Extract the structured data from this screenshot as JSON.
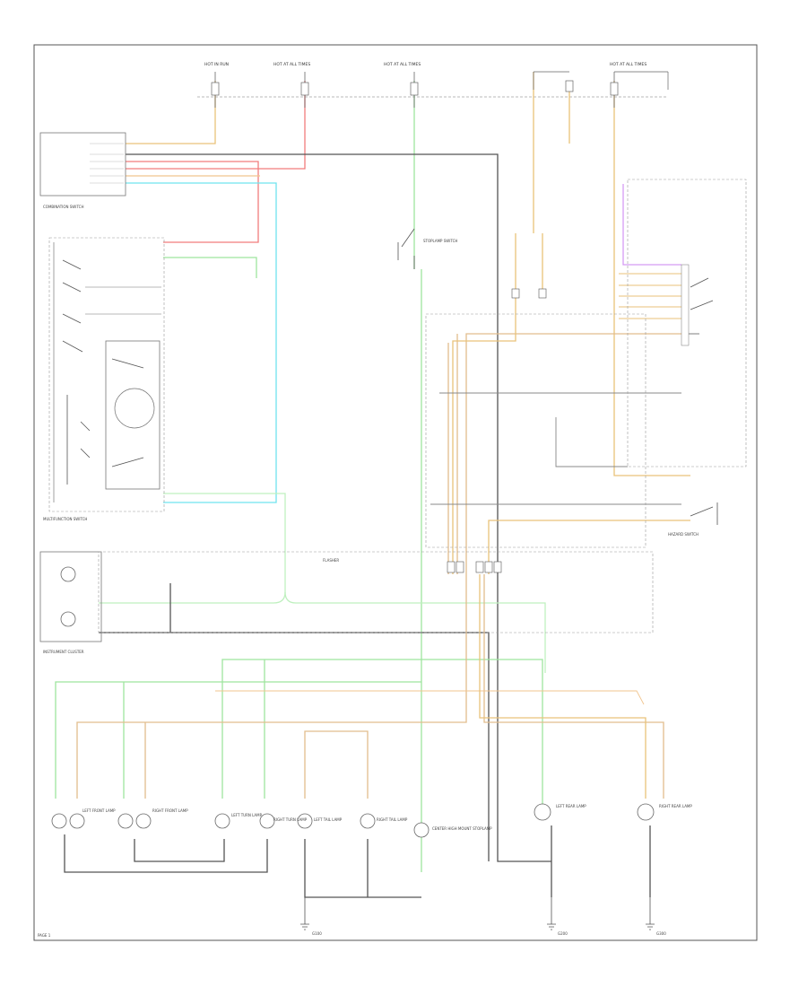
{
  "colors": {
    "wire_yellow": "#e9c27a",
    "wire_green": "#9ee59e",
    "wire_light_green": "#bff0bf",
    "wire_red": "#f27c7c",
    "wire_cyan": "#6fe3ef",
    "wire_black": "#555555",
    "wire_tan": "#e2bd8d",
    "wire_orange": "#f1c58f",
    "wire_violet": "#d59cf3",
    "frame": "#555555"
  },
  "labels": {
    "fuse_1": "HOT IN RUN",
    "fuse_2": "HOT AT ALL TIMES",
    "fuse_3": "HOT AT ALL TIMES",
    "fuse_4": "HOT AT ALL TIMES",
    "combination_switch": "COMBINATION SWITCH",
    "multifunction_switch": "MULTIFUNCTION SWITCH",
    "flasher": "FLASHER",
    "hazard_switch": "HAZARD SWITCH",
    "instrument_cluster": "INSTRUMENT CLUSTER",
    "brake_switch": "STOPLAMP SWITCH",
    "left_front_lamp": "LEFT FRONT LAMP",
    "right_front_lamp": "RIGHT FRONT LAMP",
    "left_turn_lamp": "LEFT TURN LAMP",
    "right_turn_lamp": "RIGHT TURN LAMP",
    "left_tail_lamp": "LEFT TAIL LAMP",
    "right_tail_lamp": "RIGHT TAIL LAMP",
    "center_stop_lamp": "CENTER HIGH MOUNT STOPLAMP",
    "left_rear_lamp": "LEFT REAR LAMP",
    "right_rear_lamp": "RIGHT REAR LAMP",
    "ground_1": "G100",
    "ground_2": "G200",
    "ground_3": "G300",
    "page_ref": "PAGE 1"
  }
}
